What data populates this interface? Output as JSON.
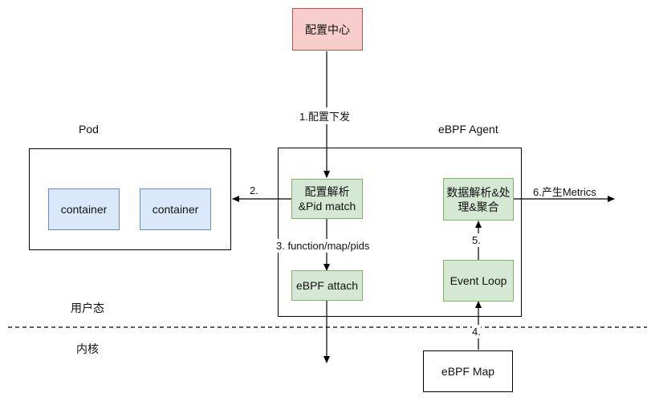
{
  "config_center": "配置中心",
  "pod": {
    "title": "Pod",
    "containers": [
      "container",
      "container"
    ]
  },
  "agent": {
    "title": "eBPF Agent",
    "config_parse": "配置解析\n&Pid match",
    "attach": "eBPF attach",
    "data_parse": "数据解析&处\n理&聚合",
    "event_loop": "Event Loop"
  },
  "ebpf_map": "eBPF Map",
  "zones": {
    "user": "用户态",
    "kernel": "内核"
  },
  "edges": {
    "config_dispatch": "1.配置下发",
    "to_pod": "2.",
    "function_map_pids": "3. function/map/pids",
    "map_to_loop": "4.",
    "loop_to_data": "5.",
    "metrics": "6.产生Metrics"
  }
}
